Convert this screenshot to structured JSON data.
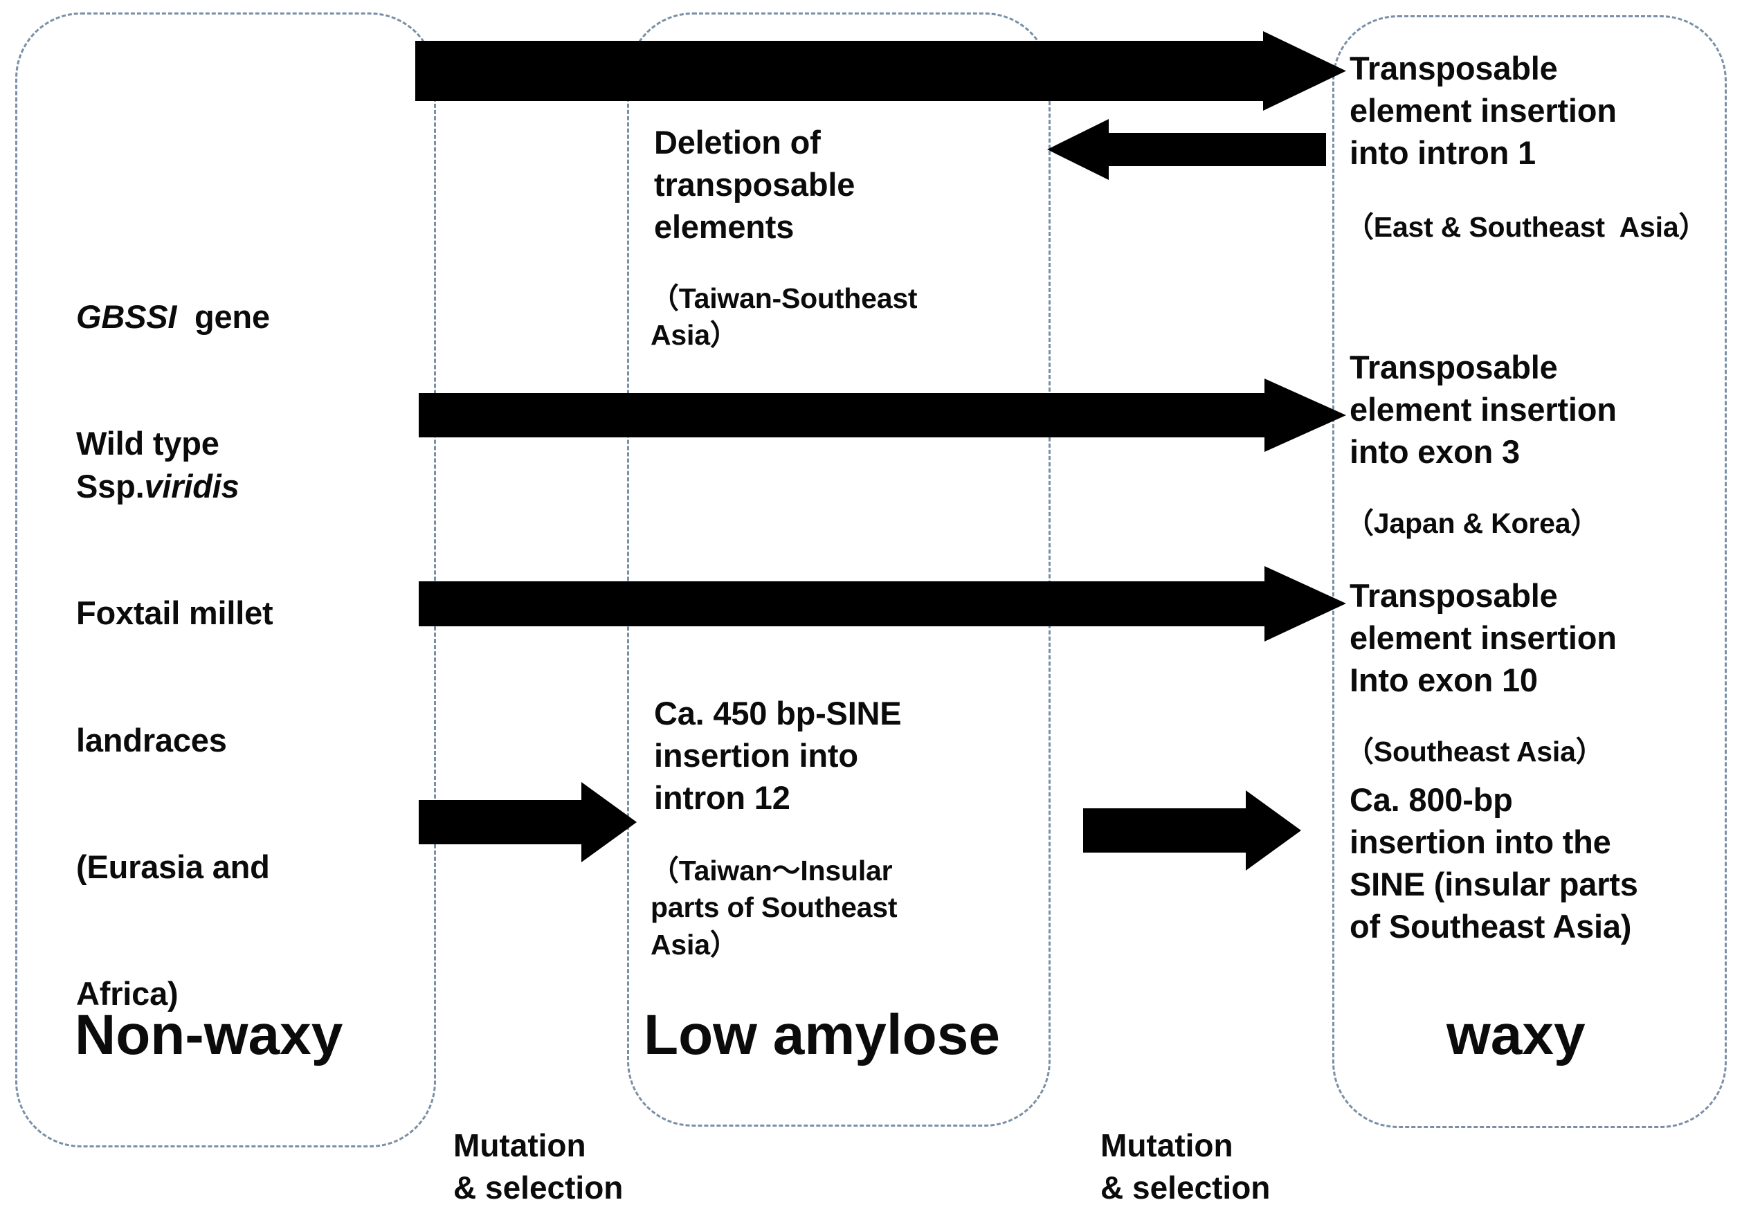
{
  "diagram": {
    "title_present": false,
    "accent_box_color": "#7a8fa6",
    "arrow_color": "#000000",
    "background": "#ffffff"
  },
  "boxes": [
    {
      "id": "non-waxy",
      "phenotype_label": "Non-waxy",
      "blocks": [
        {
          "id": "gbssi",
          "lines": [
            "GBSSI  gene",
            "Wild type"
          ],
          "italic_first_word": "GBSSI"
        },
        {
          "id": "viridis",
          "lines": [
            "Ssp.viridis",
            "Foxtail millet",
            "landraces",
            "(Eurasia and",
            "Africa)"
          ],
          "italic_part": "viridis"
        }
      ]
    },
    {
      "id": "low-amylose",
      "phenotype_label": "Low amylose",
      "blocks": [
        {
          "id": "deletion-te",
          "main": "Deletion of\ntransposable\nelements",
          "region": "（Taiwan-Southeast\nAsia）"
        },
        {
          "id": "sine-intron12",
          "main": "Ca. 450 bp-SINE\ninsertion into\nintron 12",
          "region": "（Taiwan～Insular\nparts of Southeast\nAsia）"
        }
      ]
    },
    {
      "id": "waxy",
      "phenotype_label": "waxy",
      "blocks": [
        {
          "id": "te-intron1",
          "main": "Transposable\nelement insertion\ninto intron 1",
          "region": "（East & Southeast  Asia）"
        },
        {
          "id": "te-exon3",
          "main": "Transposable\nelement insertion\ninto exon 3",
          "region": "（Japan & Korea）"
        },
        {
          "id": "te-exon10",
          "main": "Transposable\nelement insertion\nInto exon 10",
          "region": "（Southeast Asia）"
        },
        {
          "id": "sine-800bp",
          "main": "Ca. 800-bp\ninsertion into the\nSINE (insular parts\nof Southeast Asia)",
          "region": ""
        }
      ]
    }
  ],
  "transitions": [
    {
      "id": "mutation-selection-1",
      "label": "Mutation\n& selection"
    },
    {
      "id": "mutation-selection-2",
      "label": "Mutation\n& selection"
    }
  ],
  "arrows": [
    {
      "id": "arrow-nonwaxy-to-waxy-intron1",
      "direction": "right",
      "kind": "long"
    },
    {
      "id": "arrow-waxy-to-lowamylose-deletion",
      "direction": "left",
      "kind": "medium"
    },
    {
      "id": "arrow-nonwaxy-to-waxy-exon3",
      "direction": "right",
      "kind": "long"
    },
    {
      "id": "arrow-nonwaxy-to-waxy-exon10",
      "direction": "right",
      "kind": "long"
    },
    {
      "id": "arrow-nonwaxy-to-lowamylose",
      "direction": "right",
      "kind": "short"
    },
    {
      "id": "arrow-lowamylose-to-waxy",
      "direction": "right",
      "kind": "short"
    }
  ]
}
